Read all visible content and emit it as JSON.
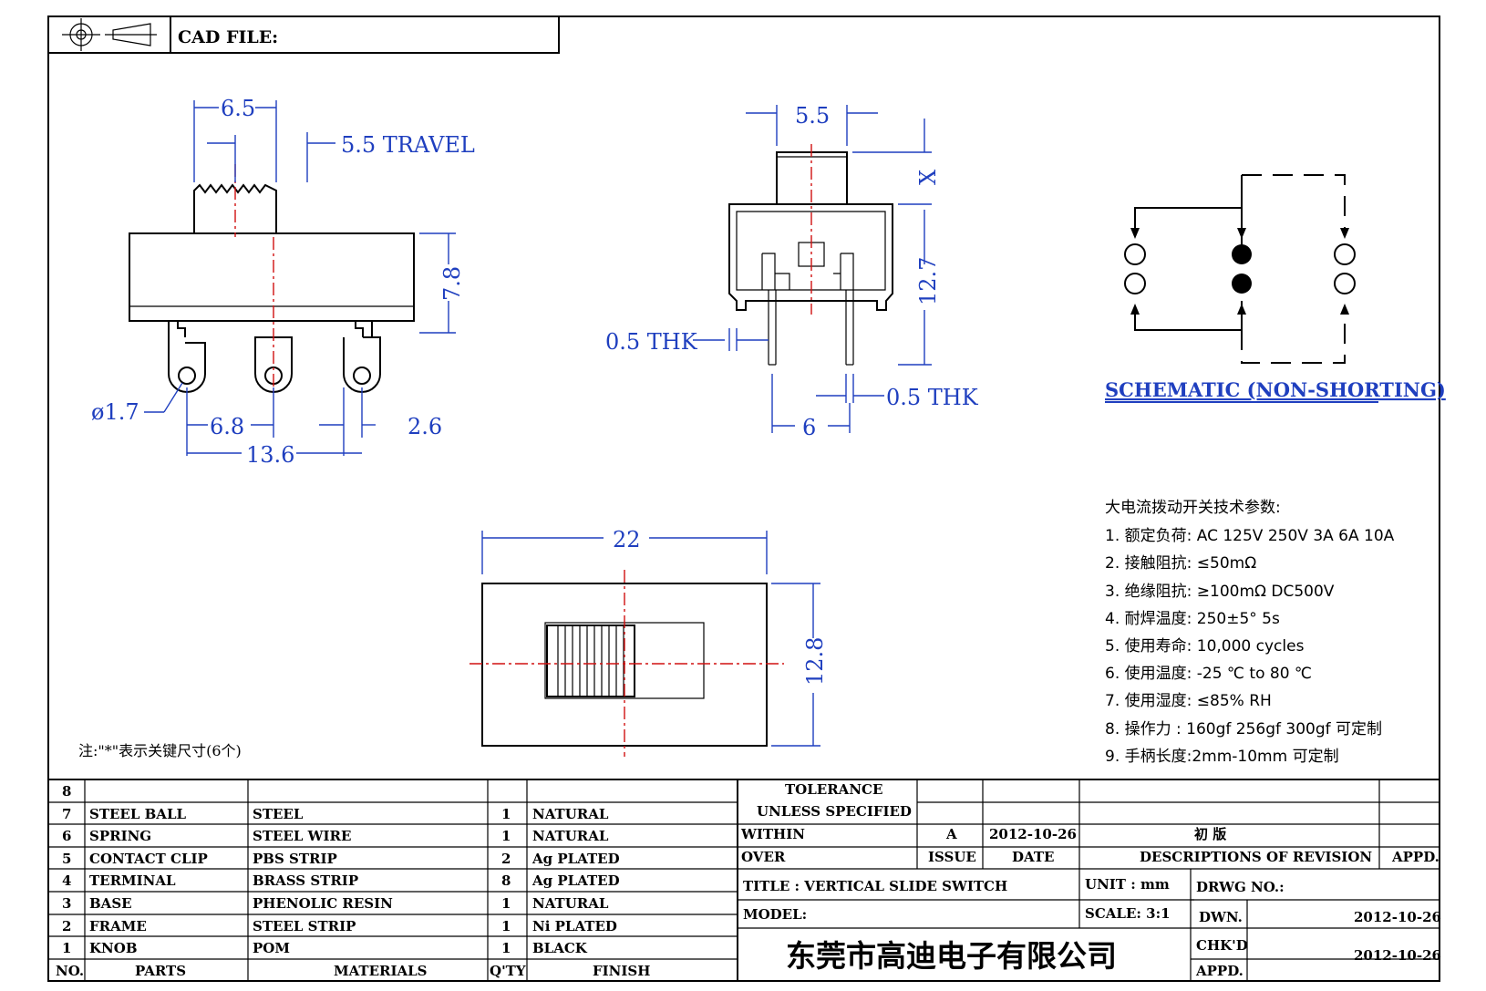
{
  "header": {
    "cad_file_label": "CAD FILE:"
  },
  "side_view": {
    "dim_knob_width": "6.5",
    "dim_travel": "5.5  TRAVEL",
    "dim_height": "7.8",
    "dim_hole": "ø1.7",
    "dim_pitch": "6.8",
    "dim_end": "2.6",
    "dim_total": "13.6"
  },
  "front_view": {
    "dim_knob": "5.5",
    "dim_x": "X",
    "dim_height": "12.7",
    "dim_thk_left": "0.5  THK",
    "dim_thk_right": "0.5  THK",
    "dim_pin_spacing": "6"
  },
  "schematic": {
    "caption": "SCHEMATIC  (NON-SHORTING)"
  },
  "top_view": {
    "dim_length": "22",
    "dim_width": "12.8"
  },
  "note": "注:\"*\"表示关键尺寸(6个)",
  "specs": {
    "title": "大电流拨动开关技术参数:",
    "items": [
      "1.  额定负荷: AC 125V 250V    3A    6A    10A",
      "2.    接触阻抗:  ≤50mΩ",
      "3.  绝缘阻抗:  ≥100mΩ   DC500V",
      "4.    耐焊温度: 250±5°  5s",
      "5.  使用寿命: 10,000 cycles",
      "6.    使用温度: -25  ℃  to 80  ℃",
      "7.  使用湿度:  ≤85% RH",
      "8.    操作力 : 160gf    256gf    300gf  可定制",
      "9.  手柄长度:2mm-10mm   可定制"
    ]
  },
  "bom": {
    "rows": [
      {
        "no": "8",
        "part": "",
        "material": "",
        "qty": "",
        "finish": ""
      },
      {
        "no": "7",
        "part": "STEEL BALL",
        "material": "STEEL",
        "qty": "1",
        "finish": "NATURAL"
      },
      {
        "no": "6",
        "part": "SPRING",
        "material": "STEEL WIRE",
        "qty": "1",
        "finish": "NATURAL"
      },
      {
        "no": "5",
        "part": "CONTACT CLIP",
        "material": "PBS STRIP",
        "qty": "2",
        "finish": "Ag PLATED"
      },
      {
        "no": "4",
        "part": "TERMINAL",
        "material": "BRASS STRIP",
        "qty": "8",
        "finish": "Ag PLATED"
      },
      {
        "no": "3",
        "part": "BASE",
        "material": "PHENOLIC RESIN",
        "qty": "1",
        "finish": "NATURAL"
      },
      {
        "no": "2",
        "part": "FRAME",
        "material": "STEEL STRIP",
        "qty": "1",
        "finish": "Ni PLATED"
      },
      {
        "no": "1",
        "part": "KNOB",
        "material": "POM",
        "qty": "1",
        "finish": "BLACK"
      }
    ],
    "headers": {
      "no": "NO.",
      "parts": "PARTS",
      "materials": "MATERIALS",
      "qty": "Q'TY",
      "finish": "FINISH"
    }
  },
  "title_block": {
    "tolerance": "TOLERANCE",
    "unless": "UNLESS   SPECIFIED",
    "within": "WITHIN",
    "over": "OVER",
    "issue_value": "A",
    "date_value": "2012-10-26",
    "revision_value": "初  版",
    "issue": "ISSUE",
    "date": "DATE",
    "descriptions": "DESCRIPTIONS  OF  REVISION",
    "appd": "APPD.",
    "title": "TITLE :   VERTICAL  SLIDE  SWITCH",
    "unit": "UNIT :   mm",
    "drwg_no": "DRWG NO.:",
    "model": "MODEL:",
    "scale": "SCALE:   3:1",
    "dwn": "DWN.",
    "dwn_date": "2012-10-26",
    "chkd": "CHK'D",
    "chkd_date": "2012-10-26",
    "appd2": "APPD.",
    "company": "东莞市高迪电子有限公司"
  }
}
